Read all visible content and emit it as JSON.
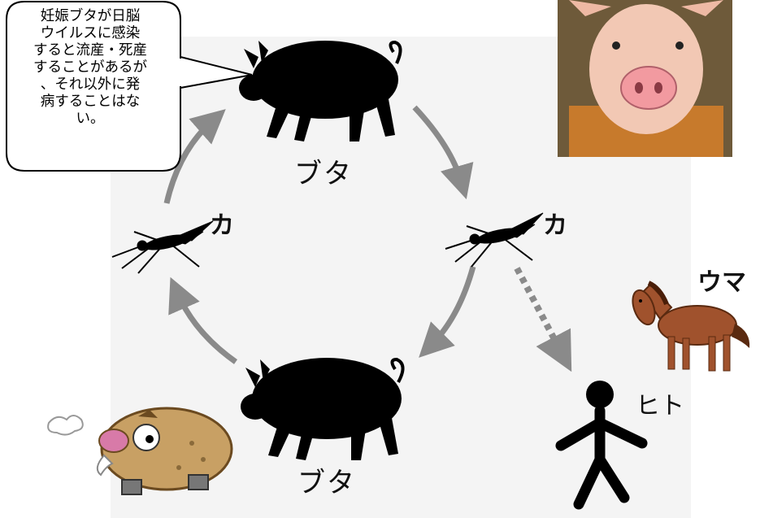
{
  "callout": {
    "lines": [
      "妊娠ブタが日脳",
      "ウイルスに感染",
      "すると流産・死産",
      "することがあるが",
      "、それ以外に発",
      "病することはな",
      "い。"
    ]
  },
  "labels": {
    "pig_top": "ブタ",
    "pig_bottom": "ブタ",
    "mosquito_left": "カ",
    "mosquito_right": "カ",
    "horse": "ウマ",
    "human": "ヒト"
  },
  "colors": {
    "arrow": "#8a8a8a",
    "silhouette": "#000000",
    "horse": "#a0522d",
    "boar": "#c8a064",
    "piglet": "#f0c6b0"
  },
  "icons": [
    "pig-silhouette",
    "mosquito-silhouette",
    "horse-illustration",
    "human-stick-figure",
    "boar-cartoon",
    "piglet-photo"
  ]
}
